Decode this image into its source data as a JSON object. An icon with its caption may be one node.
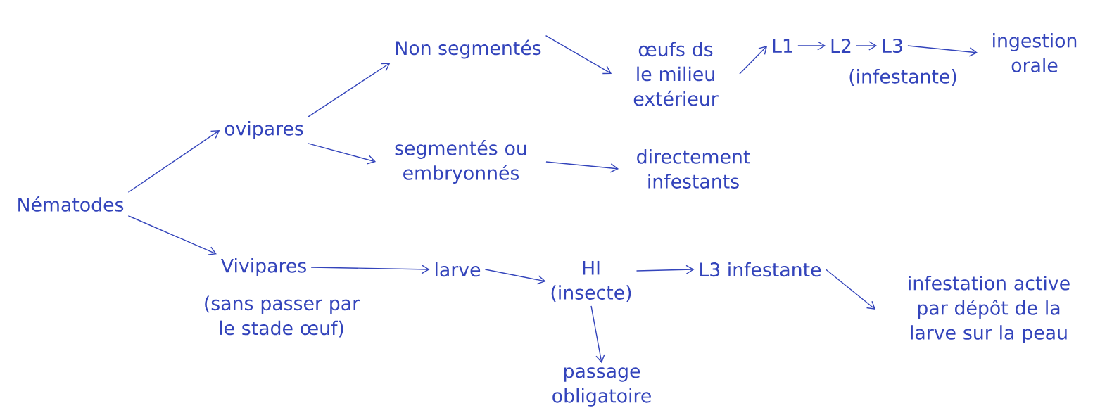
{
  "diagram": {
    "nodes": [
      {
        "text": [
          "Nématodes"
        ]
      },
      {
        "text": [
          "ovipares"
        ]
      },
      {
        "text": [
          "Non segmentés"
        ]
      },
      {
        "text": [
          "œufs ds le milieu extérieur"
        ]
      },
      {
        "text": [
          "L1"
        ]
      },
      {
        "text": [
          "L2"
        ]
      },
      {
        "text": [
          "L3"
        ],
        "beside": [
          "(infestante)"
        ]
      },
      {
        "text": [
          "ingestion orale"
        ]
      },
      {
        "text": [
          "segmentés ou embryonnés"
        ]
      },
      {
        "text": [
          "directement infestants"
        ]
      },
      {
        "text": [
          "Vivipares"
        ],
        "beside": [
          "(sans passer par le stade œuf)"
        ]
      },
      {
        "text": [
          "larve"
        ]
      },
      {
        "text": [
          "HI",
          "(insecte)"
        ]
      },
      {
        "text": [
          "passage obligatoire"
        ]
      },
      {
        "text": [
          "L3 infestante"
        ]
      },
      {
        "text": [
          "infestation active par dépôt de la larve sur la peau"
        ]
      }
    ],
    "edges": [
      {
        "from": 0,
        "to": 1,
        "arrow": "to"
      },
      {
        "from": 0,
        "to": 10,
        "arrow": "to"
      },
      {
        "from": 1,
        "to": 2,
        "arrow": "to"
      },
      {
        "from": 1,
        "to": 8,
        "arrow": "to"
      },
      {
        "from": 2,
        "to": 3,
        "arrow": "to"
      },
      {
        "from": 3,
        "to": 4,
        "arrow": "to"
      },
      {
        "from": 4,
        "to": 5,
        "arrow": "to"
      },
      {
        "from": 5,
        "to": 6,
        "arrow": "to"
      },
      {
        "from": 6,
        "to": 7,
        "arrow": "to"
      },
      {
        "from": 8,
        "to": 9,
        "arrow": "to"
      },
      {
        "from": 10,
        "to": 11,
        "arrow": "to"
      },
      {
        "from": 11,
        "to": 12,
        "arrow": "to"
      },
      {
        "from": 12,
        "to": 13,
        "arrow": "to"
      },
      {
        "from": 12,
        "to": 14,
        "arrow": "to"
      },
      {
        "from": 14,
        "to": 15,
        "arrow": "to"
      }
    ]
  }
}
